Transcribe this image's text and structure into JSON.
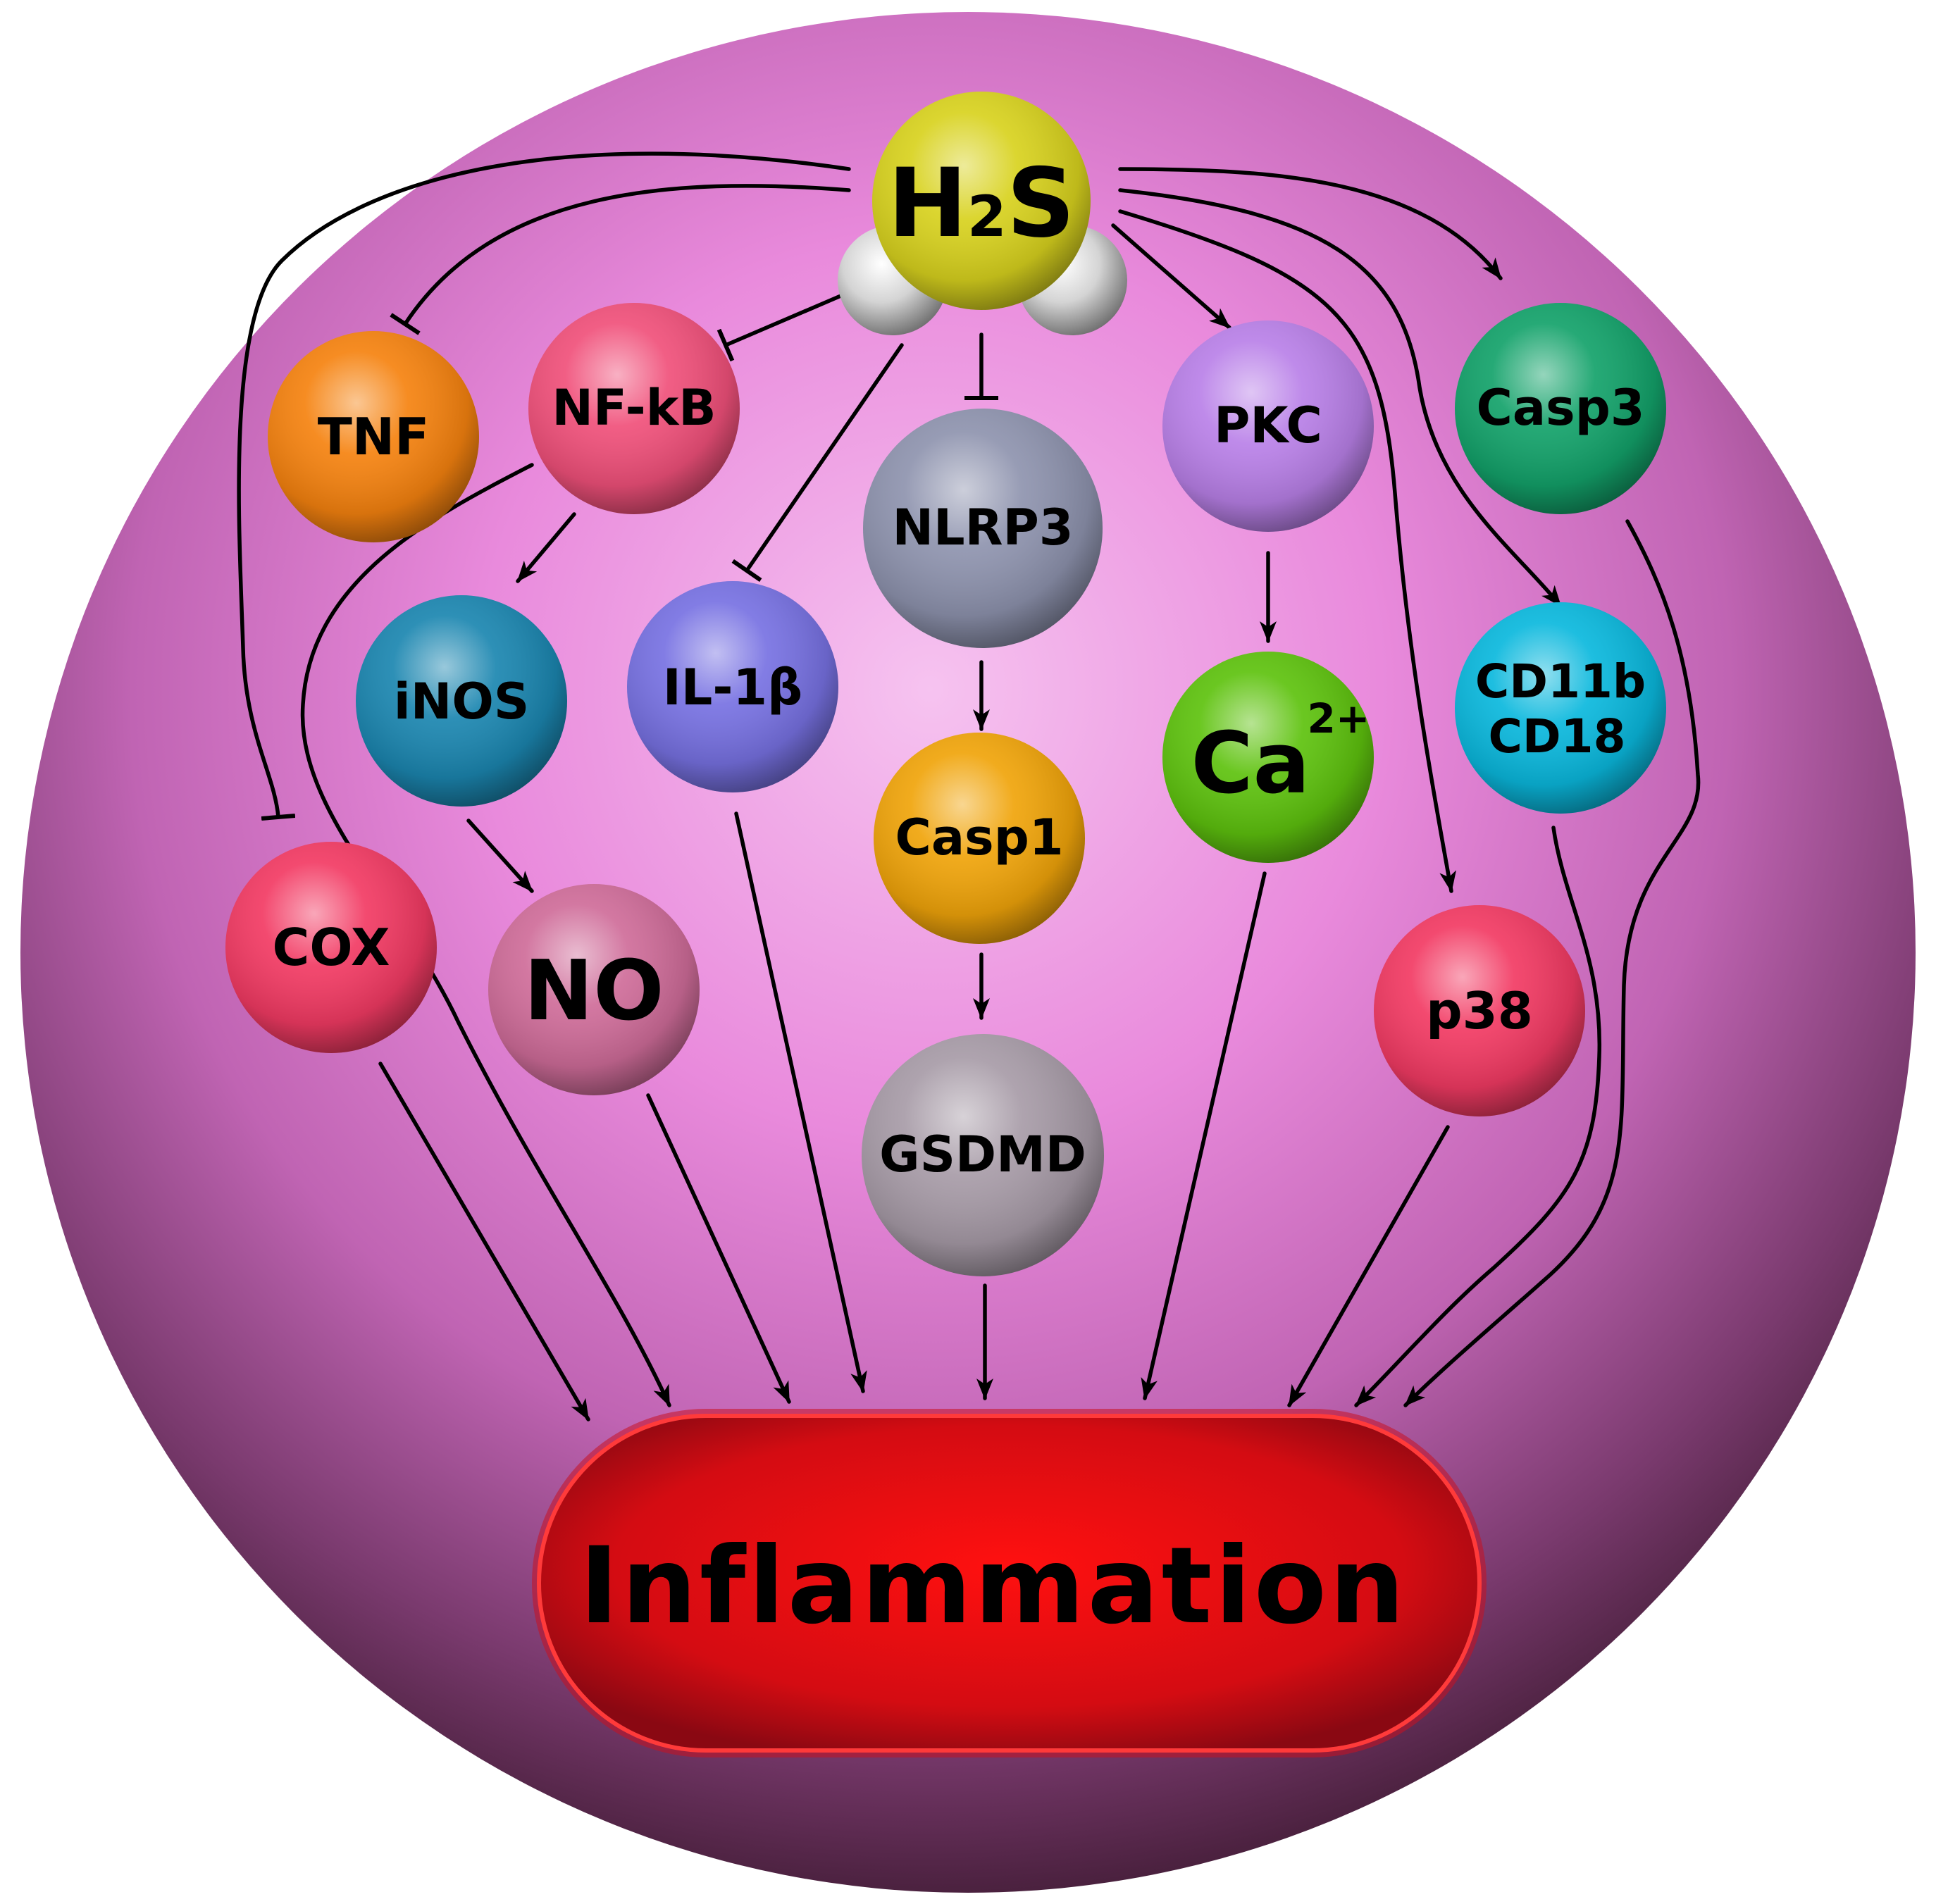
{
  "nodes": {
    "h2s": {
      "label_main": "H",
      "label_sub": "2",
      "label_tail": "S",
      "color": "#d8d21e"
    },
    "tnf": {
      "label": "TNF",
      "color": "#f5820f"
    },
    "nfkb": {
      "label": "NF-kB",
      "color": "#f0507a"
    },
    "nlrp3": {
      "label": "NLRP3",
      "color": "#8e93ae"
    },
    "pkc": {
      "label": "PKC",
      "color": "#b980e8"
    },
    "casp3": {
      "label": "Casp3",
      "color": "#13a26a"
    },
    "inos": {
      "label": "iNOS",
      "color": "#1b86b0"
    },
    "il1b": {
      "label": "IL-1β",
      "color": "#7771e2"
    },
    "casp1": {
      "label": "Casp1",
      "color": "#f0a40a"
    },
    "ca": {
      "label_main": "Ca",
      "label_sup": "2+",
      "color": "#5ec20e"
    },
    "cd11b": {
      "label_line1": "CD11b",
      "label_line2": "CD18",
      "color": "#0ab8dd"
    },
    "cox": {
      "label": "COX",
      "color": "#f23a63"
    },
    "no": {
      "label": "NO",
      "color": "#cf6c99"
    },
    "gsdmd": {
      "label": "GSDMD",
      "color": "#a79ba7"
    },
    "p38": {
      "label": "p38",
      "color": "#f23a63"
    }
  },
  "outcome": {
    "label": "Inflammation",
    "color": "#ee1010"
  },
  "colors": {
    "cell_light": "#f2a8ec",
    "cell_mid": "#e686d9",
    "cell_dark": "#3c1a34"
  }
}
